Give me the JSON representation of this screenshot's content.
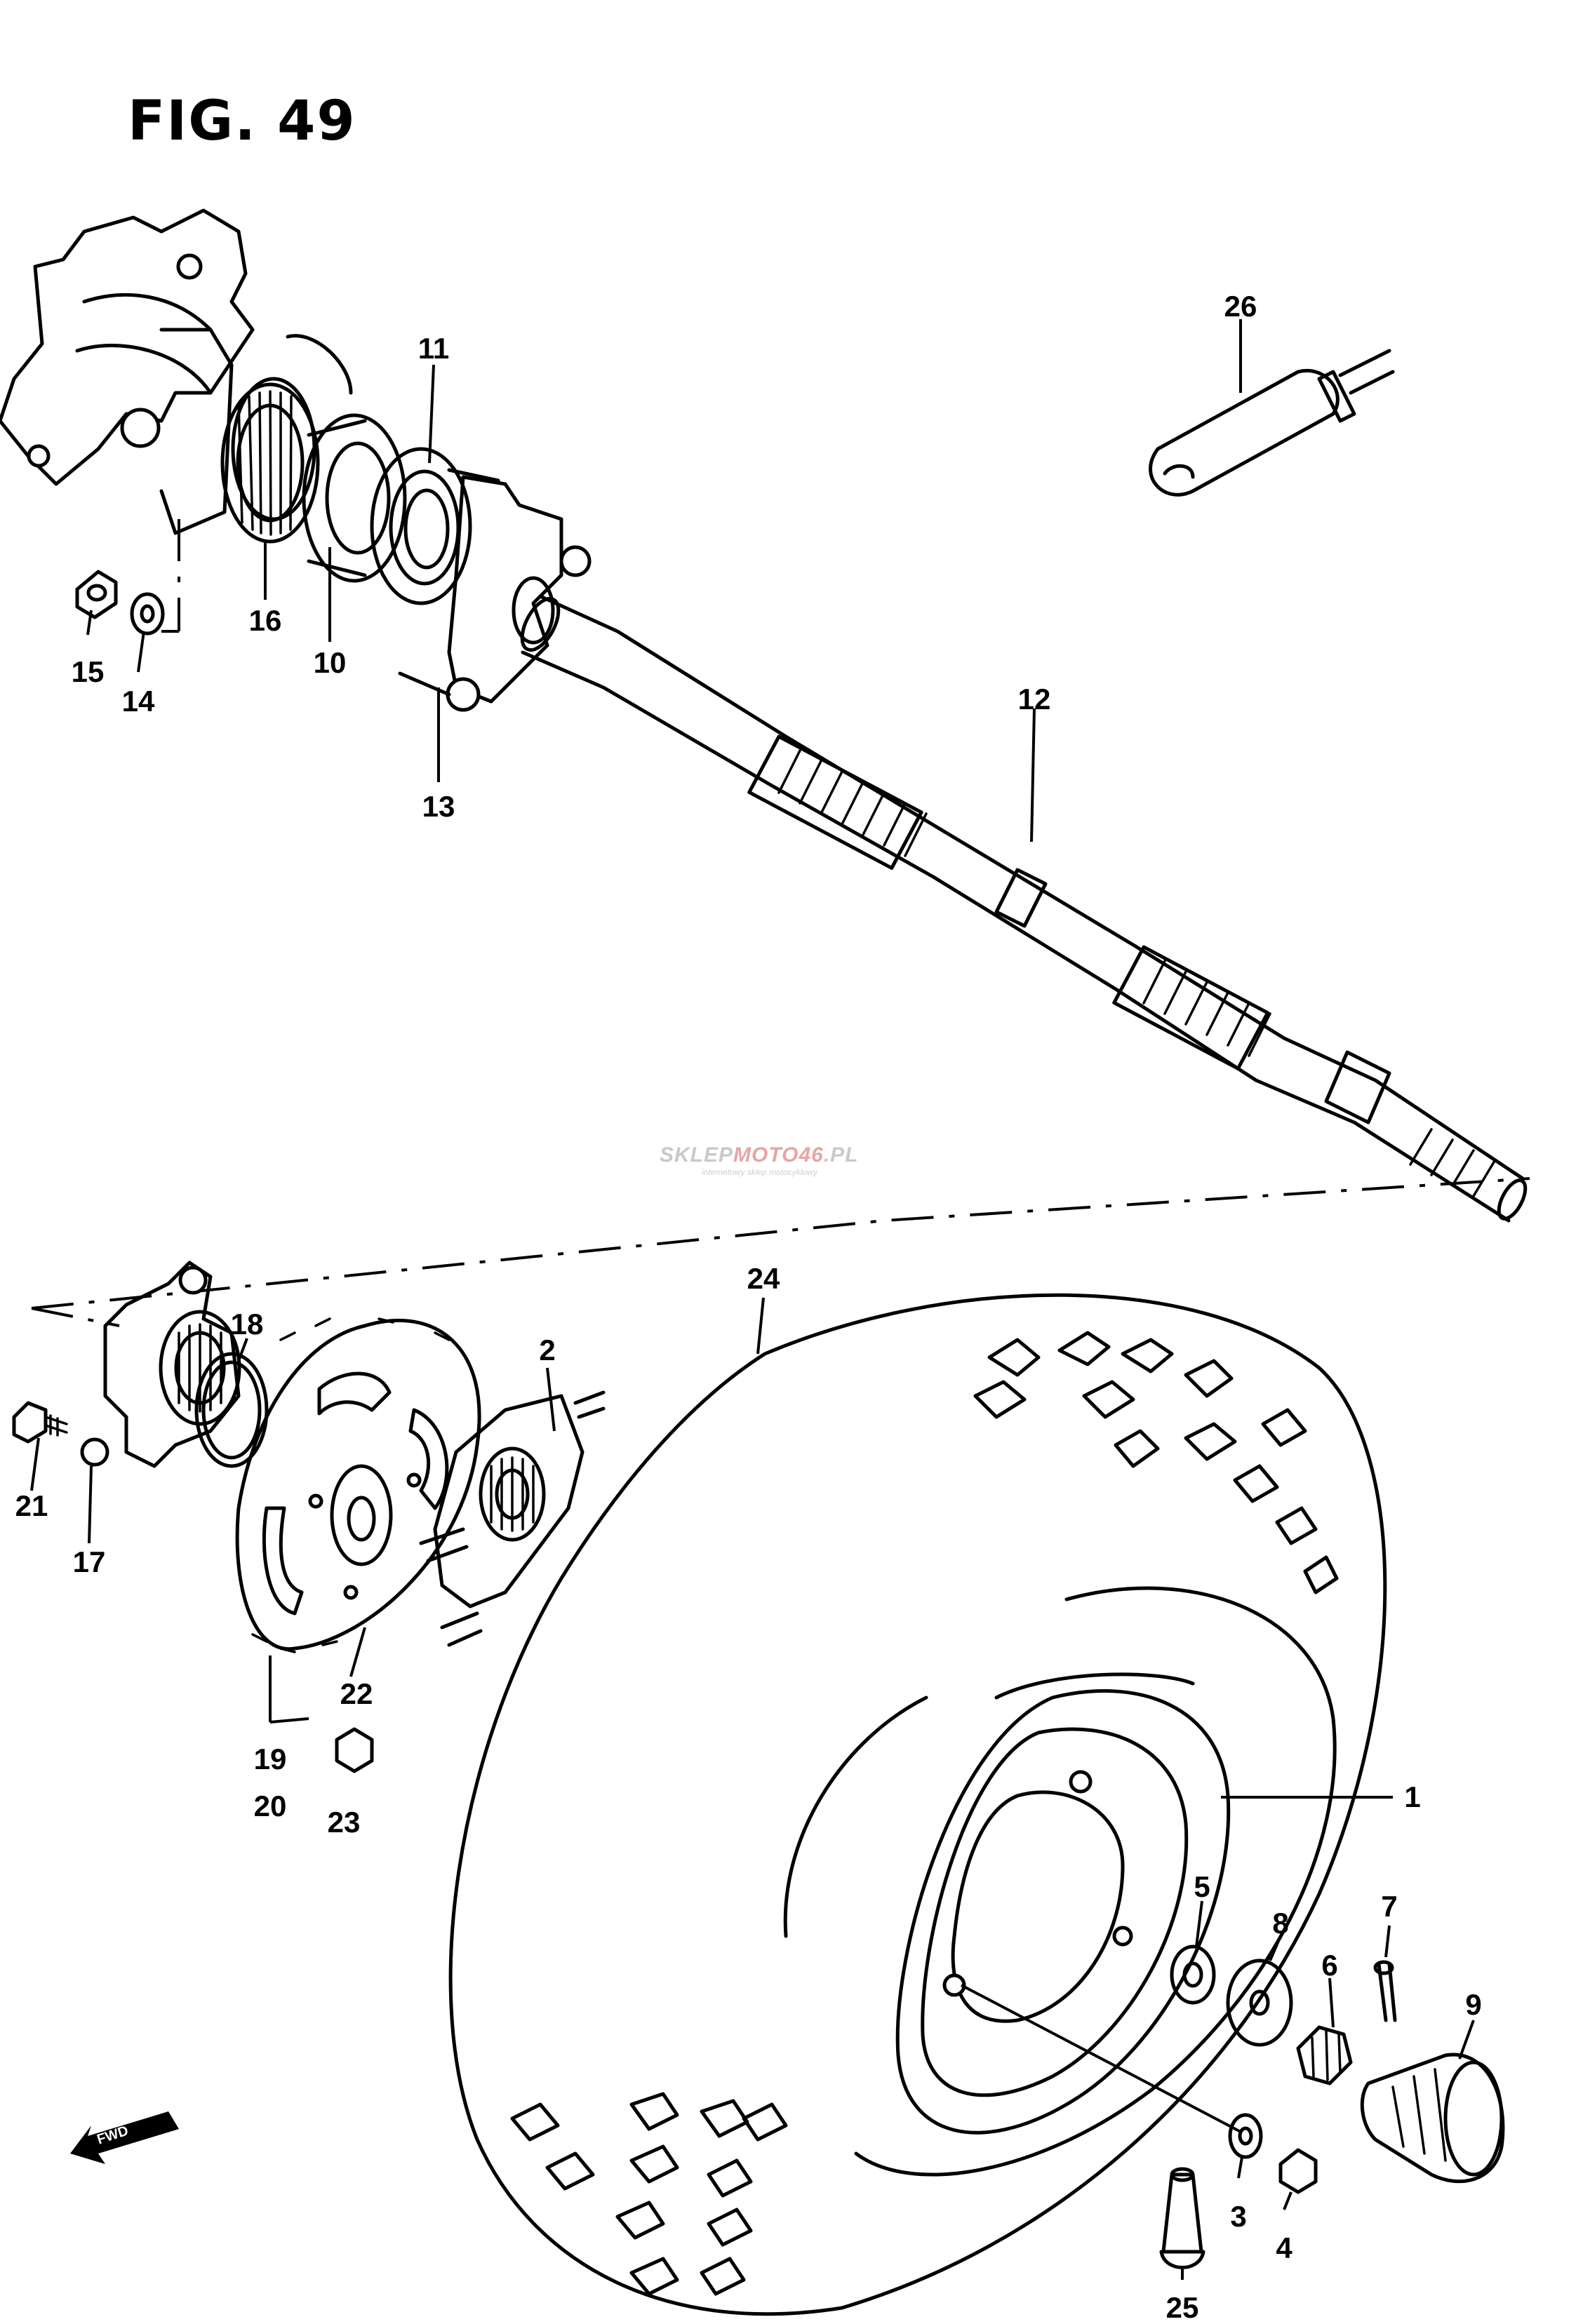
{
  "figure": {
    "title": "FIG. 49"
  },
  "watermark": {
    "brand_prefix": "SKLEP",
    "brand_accent": "MOTO46",
    "brand_suffix": ".PL",
    "tagline": "internetowy sklep motocyklowy"
  },
  "direction_arrow": {
    "label": "FWD"
  },
  "part_numbers": {
    "p1": "1",
    "p2": "2",
    "p3": "3",
    "p4": "4",
    "p5": "5",
    "p6": "6",
    "p7": "7",
    "p8": "8",
    "p9": "9",
    "p10": "10",
    "p11": "11",
    "p12": "12",
    "p13": "13",
    "p14": "14",
    "p15": "15",
    "p16": "16",
    "p17": "17",
    "p18": "18",
    "p19": "19",
    "p20": "20",
    "p21": "21",
    "p22": "22",
    "p23": "23",
    "p24": "24",
    "p25": "25",
    "p26": "26"
  },
  "colors": {
    "line": "#000000",
    "paper": "#ffffff",
    "watermark_gray": "#c9c9c9",
    "watermark_accent": "#e8a4a4"
  }
}
